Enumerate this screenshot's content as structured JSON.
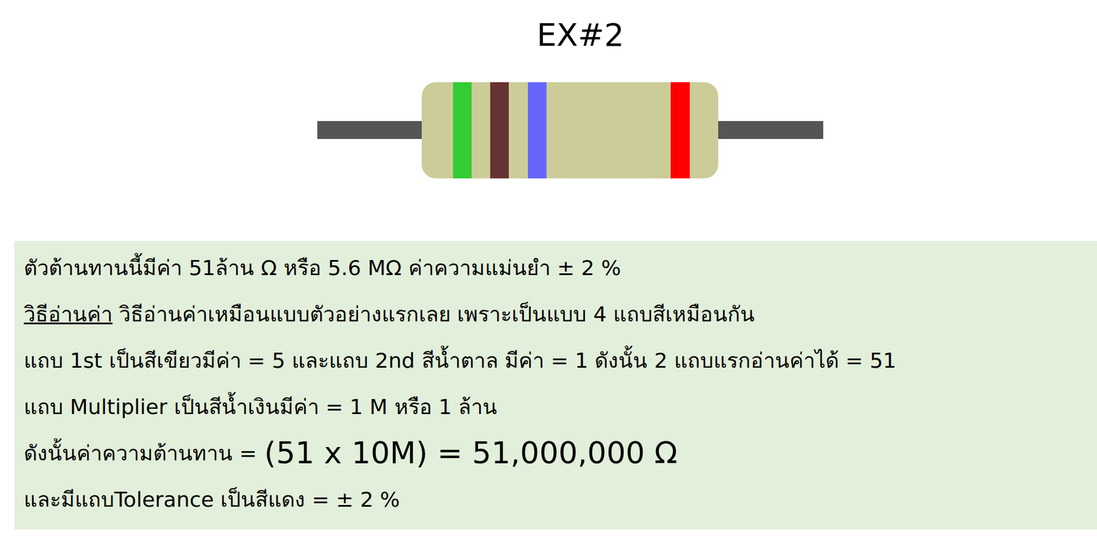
{
  "diagram": {
    "title": "EX#2",
    "nodes": [
      {
        "text": [
          "ตัวต้านทานนี้มีค่า 51ล้าน Ω หรือ 5.6 MΩ ค่าความแม่นยำ ± 2 %",
          "วิธีอ่านค่า",
          "วิธีอ่านค่าเหมือนแบบตัวอย่างแรกเลย เพราะเป็นแบบ 4 แถบสีเหมือนกัน",
          "แถบ 1st เป็นสีเขียวมีค่า = 5 และแถบ 2nd สีน้ำตาล มีค่า = 1 ดังนั้น 2 แถบแรกอ่านค่าได้ = 51",
          "แถบ Multiplier เป็นสีน้ำเงินมีค่า = 1 M หรือ 1 ล้าน",
          "ดังนั้นค่าความต้านทาน =",
          "(51 x 10M) = 51,000,000 Ω",
          "และมีแถบTolerance เป็นสีแดง = ± 2 %"
        ]
      }
    ]
  }
}
